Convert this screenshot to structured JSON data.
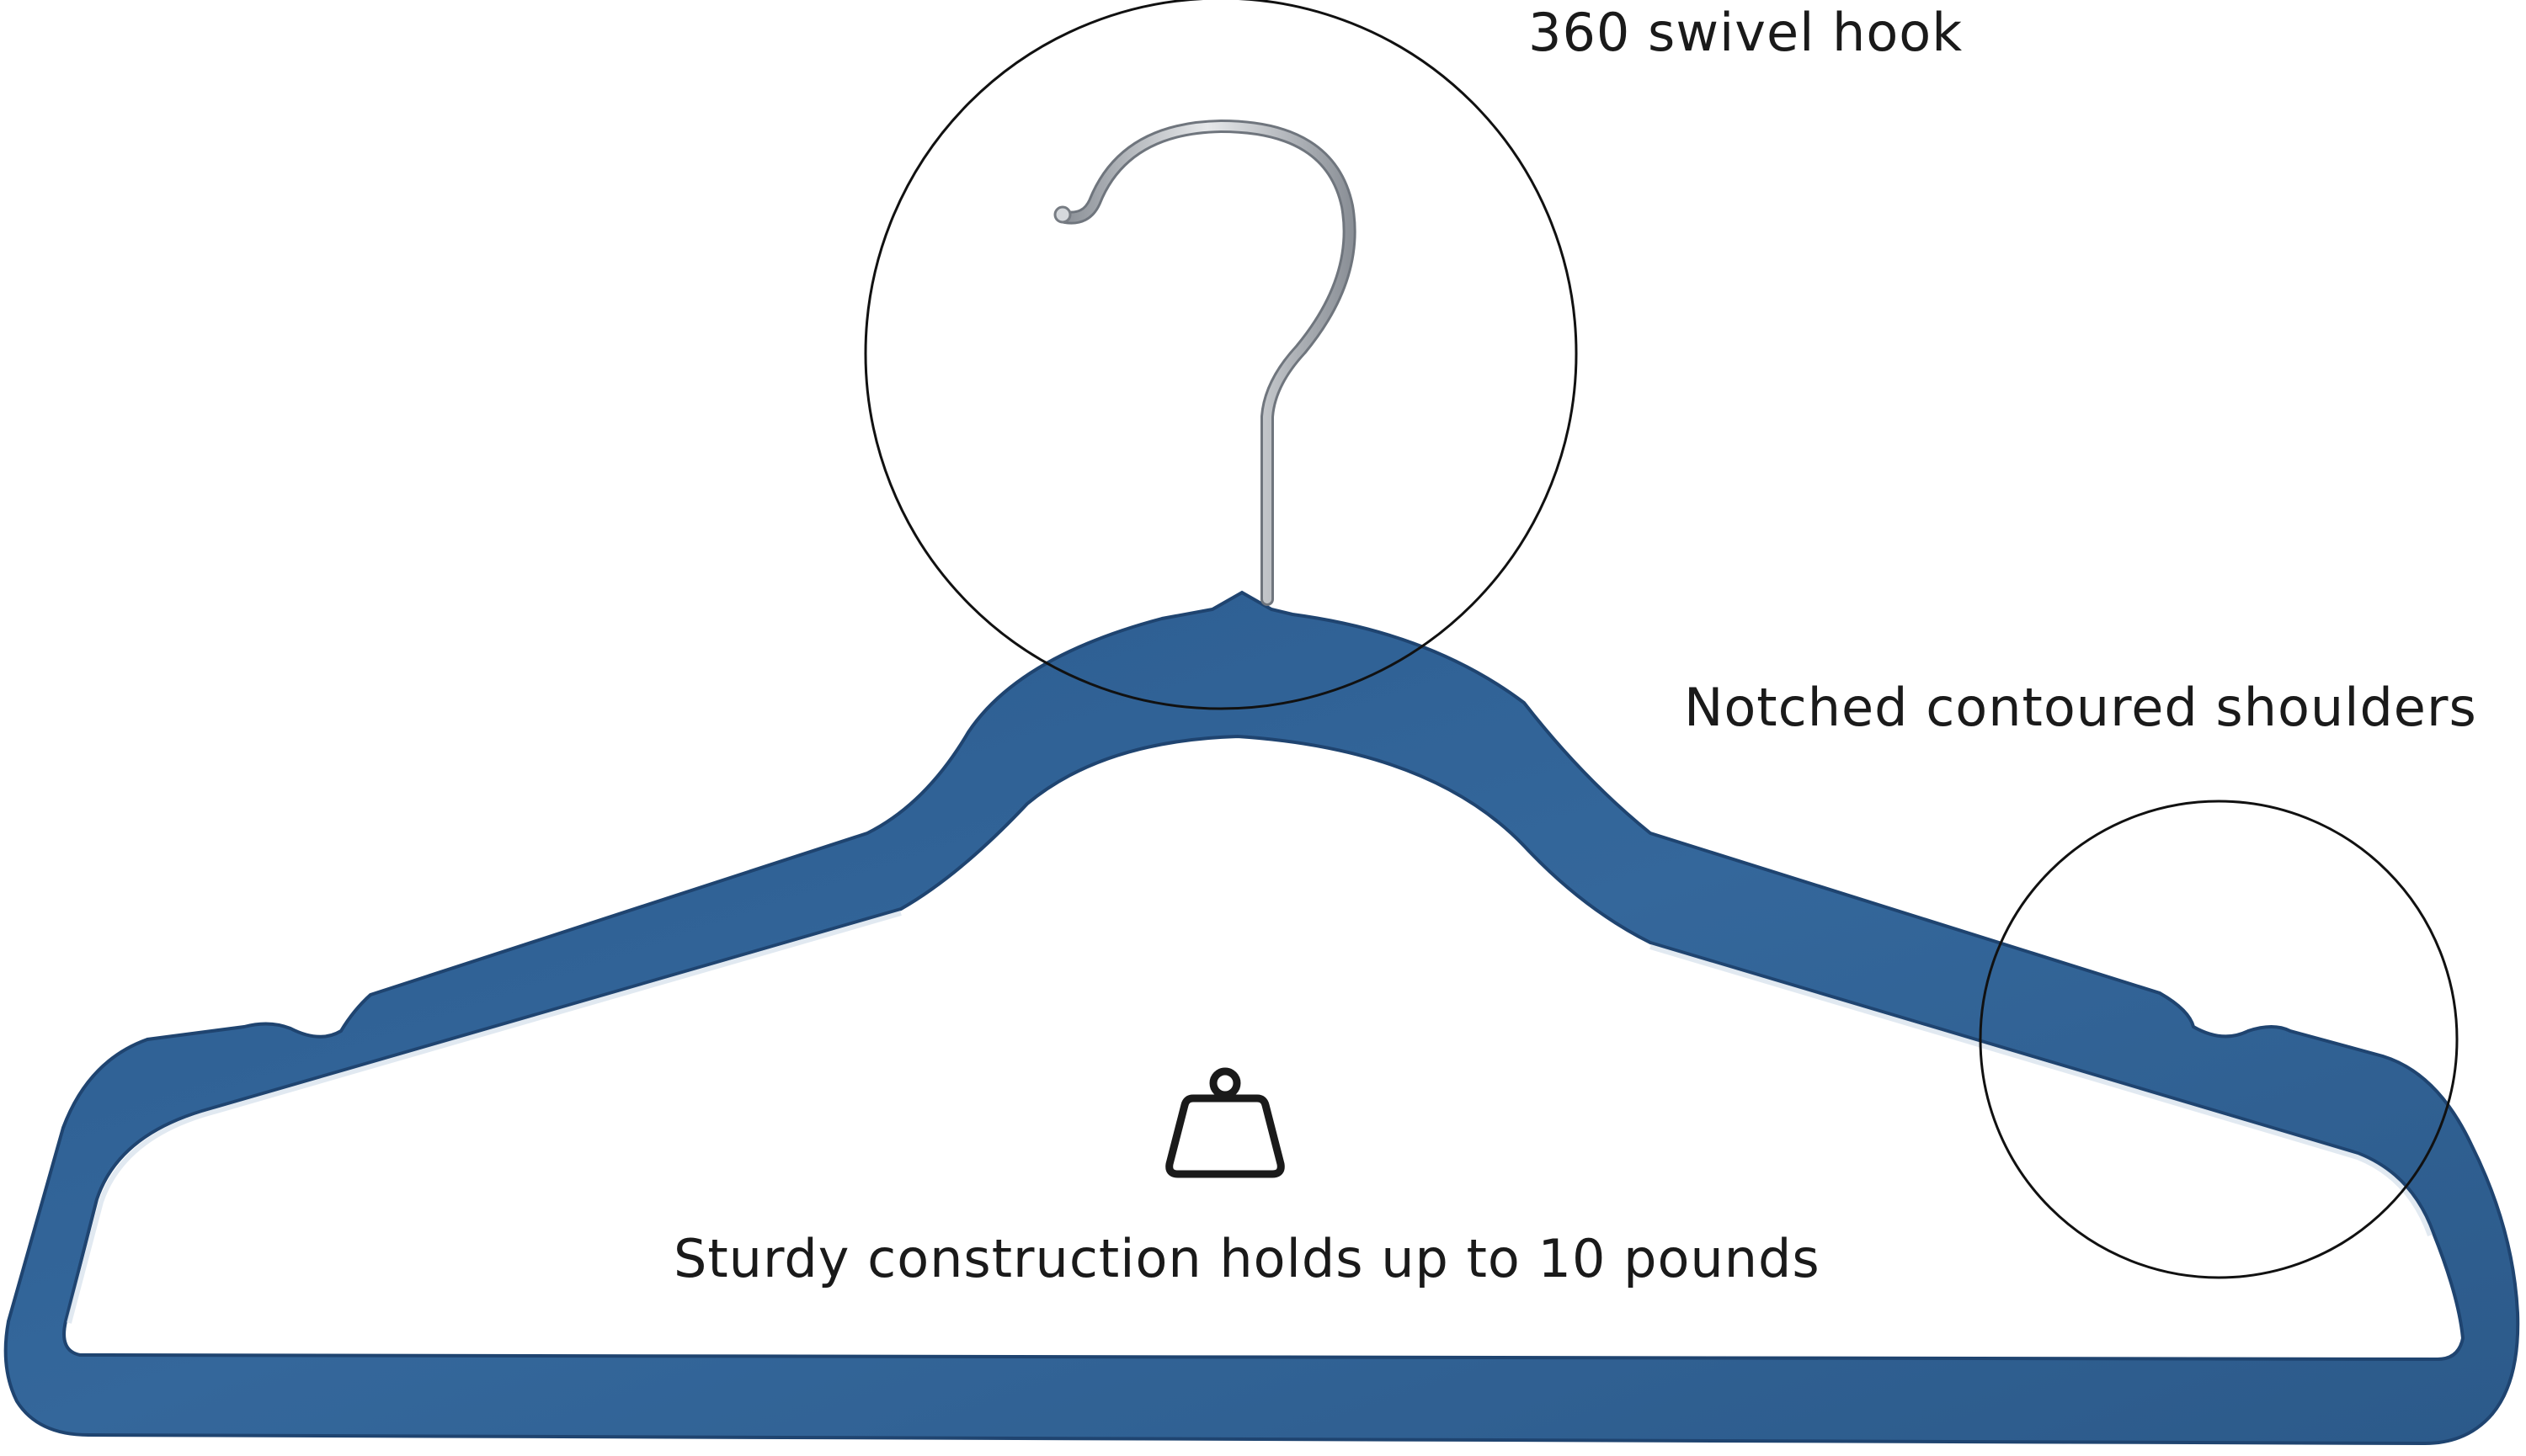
{
  "features": {
    "hook_label": "360 swivel hook",
    "shoulders_label": "Notched contoured shoulders",
    "capacity_label": "Sturdy construction holds up to 10 pounds"
  },
  "icons": {
    "capacity_icon": "weight-icon"
  },
  "colors": {
    "hanger_blue": "#2f5d8f",
    "hanger_edge": "#1f4470",
    "hook_silver": "#b8bcc2",
    "callout_circle": "#111111"
  }
}
